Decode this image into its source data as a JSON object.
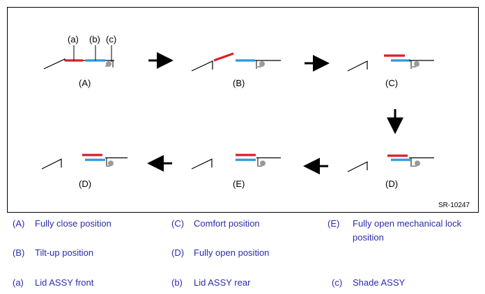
{
  "diagram": {
    "callout_labels": {
      "a": "(a)",
      "b": "(b)",
      "c": "(c)"
    },
    "stage_labels": [
      "(A)",
      "(B)",
      "(C)",
      "(D)",
      "(E)",
      "(D)"
    ],
    "figure_code": "SR-10247",
    "colors": {
      "lid_front": "#d81e2a",
      "lid_rear": "#2a9ad8",
      "shade": "#9a9a9a",
      "line": "#000000"
    }
  },
  "legend": [
    {
      "key": "(A)",
      "text": "Fully close position"
    },
    {
      "key": "(C)",
      "text": "Comfort position"
    },
    {
      "key": "(E)",
      "text": "Fully open mechanical lock position"
    },
    {
      "key": "(B)",
      "text": "Tilt-up position"
    },
    {
      "key": "(D)",
      "text": "Fully open position"
    },
    {
      "key": "(a)",
      "text": "Lid ASSY front"
    },
    {
      "key": "(b)",
      "text": "Lid ASSY rear"
    },
    {
      "key": "(c)",
      "text": "Shade ASSY"
    }
  ]
}
